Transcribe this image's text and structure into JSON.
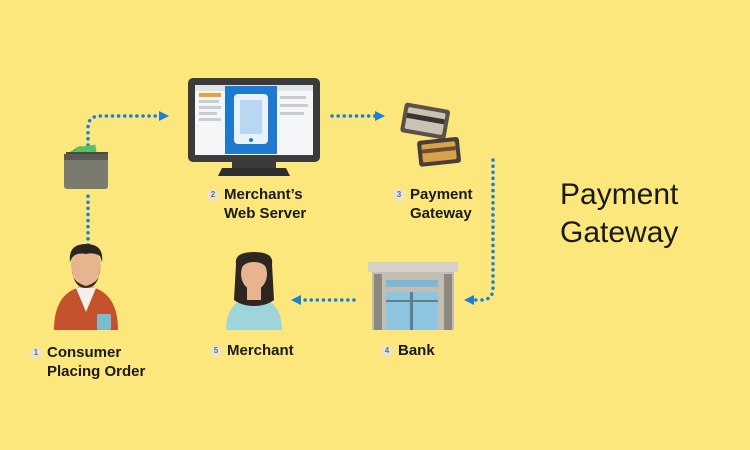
{
  "title": {
    "line1": "Payment",
    "line2": "Gateway"
  },
  "steps": [
    {
      "number": "1",
      "line1": "Consumer",
      "line2": "Placing Order"
    },
    {
      "number": "2",
      "line1": "Merchant’s",
      "line2": "Web Server"
    },
    {
      "number": "3",
      "line1": "Payment",
      "line2": "Gateway"
    },
    {
      "number": "4",
      "line1": "Bank"
    },
    {
      "number": "5",
      "line1": "Merchant"
    }
  ],
  "colors": {
    "background": "#fbe77c",
    "arrow": "#1c7fd3",
    "text": "#1a1a1a"
  },
  "icons": [
    "consumer-person-icon",
    "wallet-icon",
    "computer-monitor-icon",
    "credit-cards-icon",
    "bank-building-icon",
    "merchant-woman-icon"
  ]
}
